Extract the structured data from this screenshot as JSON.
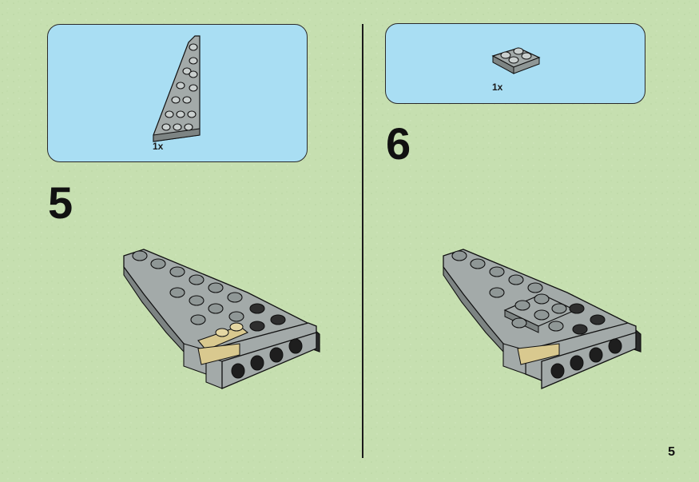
{
  "page": {
    "number": "5"
  },
  "steps": [
    {
      "number": "5",
      "part_quantity": "1x",
      "part_icon": "wedge-plate-icon"
    },
    {
      "number": "6",
      "part_quantity": "1x",
      "part_icon": "plate-2x2-icon"
    }
  ],
  "colors": {
    "background": "#c6dfb0",
    "parts_box": "#a9def3",
    "brick_gray": "#a3aaa9",
    "brick_tan": "#d9c98f",
    "outline": "#111111"
  }
}
